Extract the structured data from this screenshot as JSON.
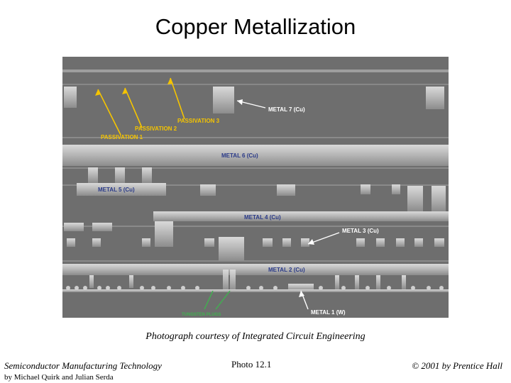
{
  "slide": {
    "title": "Copper Metallization",
    "caption": "Photograph courtesy of Integrated Circuit Engineering",
    "footer_book": "Semiconductor Manufacturing Technology",
    "footer_authors": "by Michael Quirk and Julian Serda",
    "footer_photo": "Photo 12.1",
    "footer_copyright": "© 2001 by Prentice Hall"
  },
  "micrograph": {
    "labels": {
      "passivation_3": "PASSIVATION 3",
      "passivation_2": "PASSIVATION 2",
      "passivation_1": "PASSIVATION 1",
      "metal_7": "METAL 7 (Cu)",
      "metal_6": "METAL 6 (Cu)",
      "metal_5": "METAL 5 (Cu)",
      "metal_4": "METAL 4 (Cu)",
      "metal_3": "METAL 3 (Cu)",
      "metal_2": "METAL 2 (Cu)",
      "metal_1": "METAL 1 (W)",
      "tungsten_plugs": "TUNGSTEN PLUGS"
    },
    "colors": {
      "label_white": "#ffffff",
      "label_yellow": "#f5c400",
      "label_green": "#3fb34f"
    }
  }
}
